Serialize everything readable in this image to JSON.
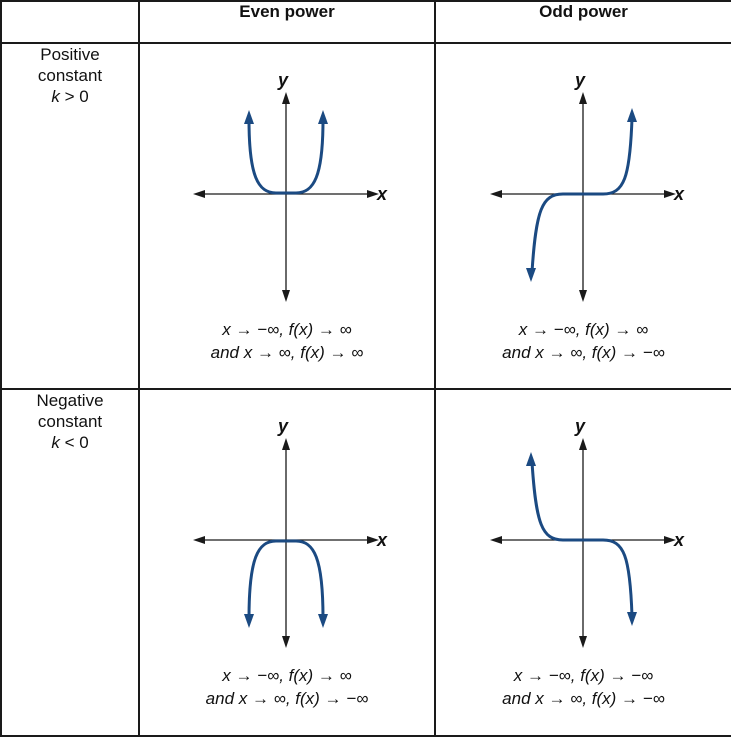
{
  "header": {
    "corner": "",
    "col_even": "Even power",
    "col_odd": "Odd power"
  },
  "rows": [
    {
      "label_line1": "Positive",
      "label_line2": "constant",
      "k_var": "k",
      "k_rel": "> 0"
    },
    {
      "label_line1": "Negative",
      "label_line2": "constant",
      "k_var": "k",
      "k_rel": "< 0"
    }
  ],
  "graphs": {
    "x_label": "x",
    "y_label": "y",
    "pos_even": {
      "line1": "x → −∞, f(x) → ∞",
      "line2": "and x → ∞, f(x) → ∞"
    },
    "pos_odd": {
      "line1": "x → −∞, f(x) → ∞",
      "line2": "and x → ∞, f(x) → −∞"
    },
    "neg_even": {
      "line1": "x → −∞, f(x) → ∞",
      "line2": "and x → ∞, f(x) → −∞"
    },
    "neg_odd": {
      "line1": "x → −∞, f(x) → −∞",
      "line2": "and x → ∞, f(x) → −∞"
    }
  },
  "colors": {
    "curve": "#1b4a82",
    "axis": "#1a1a1a",
    "border": "#1a1a1a"
  }
}
